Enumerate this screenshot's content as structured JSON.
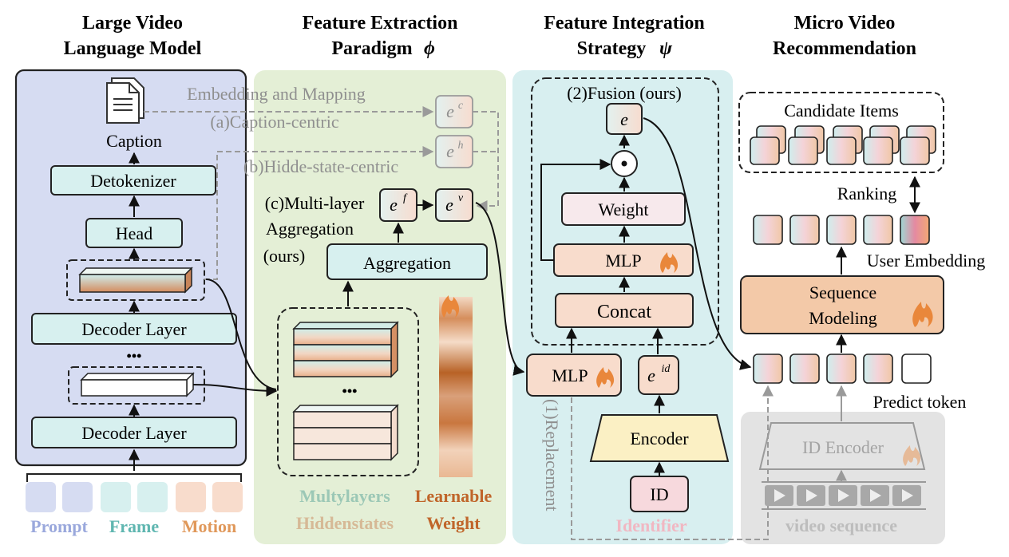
{
  "sections": {
    "llm_title_1": "Large Video",
    "llm_title_2": "Language Model",
    "fe_title_1": "Feature Extraction",
    "fe_title_2": "Paradigm",
    "fe_symbol": "ϕ",
    "fi_title_1": "Feature Integration",
    "fi_title_2": "Strategy",
    "fi_symbol": "ψ",
    "mvr_title_1": "Micro Video",
    "mvr_title_2": "Recommendation"
  },
  "llm": {
    "caption": "Caption",
    "detokenizer": "Detokenizer",
    "head": "Head",
    "decoder_layer_top": "Decoder Layer",
    "ellipsis": "•••",
    "decoder_layer_bottom": "Decoder Layer",
    "inputs": {
      "prompt": "Prompt",
      "frame": "Frame",
      "motion": "Motion"
    }
  },
  "extraction": {
    "embedding_mapping": "Embedding and Mapping",
    "caption_centric": "(a)Caption-centric",
    "hidden_state_centric": "(b)Hidde-state-centric",
    "multi_layer_1": "(c)Multi-layer",
    "multi_layer_2": "Aggregation",
    "multi_layer_3": "(ours)",
    "aggregation": "Aggregation",
    "ellipsis": "•••",
    "multilayers_1": "Multylayers",
    "multilayers_2": "Hiddenstates",
    "learnable_1": "Learnable",
    "learnable_2": "Weight",
    "e_c": "c",
    "e_h": "h",
    "e_f": "f",
    "e_v": "v",
    "e_base": "e"
  },
  "integration": {
    "fusion": "(2)Fusion (ours)",
    "e": "e",
    "odot": "⊙",
    "weight": "Weight",
    "mlp_top": "MLP",
    "concat": "Concat",
    "mlp_left": "MLP",
    "e_id_sup": "id",
    "encoder": "Encoder",
    "id": "ID",
    "identifier": "Identifier",
    "replacement": "(1)Replacement"
  },
  "recommendation": {
    "candidate_items": "Candidate Items",
    "ranking": "Ranking",
    "user_embedding": "User Embedding",
    "sequence_modeling_1": "Sequence",
    "sequence_modeling_2": "Modeling",
    "predict_token": "Predict token",
    "id_encoder": "ID Encoder",
    "video_sequence": "video sequence"
  },
  "colors": {
    "llm_panel": "#d6dcf2",
    "extraction_panel": "#e4efd6",
    "integration_panel": "#d8eff0",
    "grey_panel": "#e3e3e3",
    "teal_box": "#d7f0ef",
    "peach_box": "#f8dccc",
    "orange": "#c0652a",
    "prompt_text": "#9aa8dc",
    "frame_text": "#5fb6b0",
    "motion_text": "#e0985a",
    "identifier_text": "#f1b7c2"
  }
}
